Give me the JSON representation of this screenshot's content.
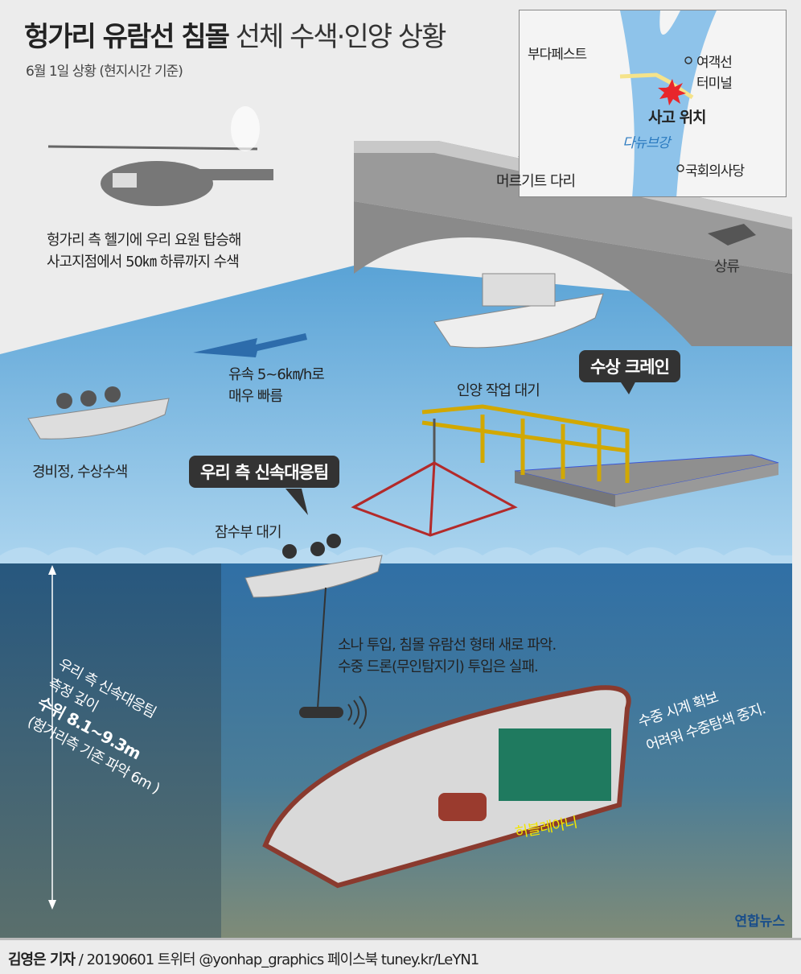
{
  "title": {
    "bold": "헝가리 유람선 침몰",
    "light": "선체 수색·인양 상황"
  },
  "subtitle": "6월 1일 상황 (현지시간 기준)",
  "map": {
    "city": "부다페스트",
    "terminal_line1": "여객선",
    "terminal_line2": "터미널",
    "accident": "사고 위치",
    "river": "다뉴브강",
    "parliament": "국회의사당",
    "bridge": "머르기트 다리",
    "colors": {
      "river": "#8ec3ea",
      "bridge": "#f5e38a",
      "burst": "#e8262b"
    }
  },
  "labels": {
    "helicopter_line1": "헝가리 측 헬기에 우리 요원 탑승해",
    "helicopter_line2": "사고지점에서 50㎞ 하류까지 수색",
    "upstream": "상류",
    "current_line1": "유속 5~6㎞/h로",
    "current_line2": "매우 빠름",
    "patrol": "경비정, 수상수색",
    "lift_wait": "인양 작업 대기",
    "crane": "수상 크레인",
    "rapid_team": "우리 측 신속대응팀",
    "divers": "잠수부 대기",
    "sonar_line1": "소나 투입, 침몰 유람선 형태 새로 파악.",
    "sonar_line2": "수중 드론(무인탐지기) 투입은 실패.",
    "visibility_line1": "수중 시계 확보",
    "visibility_line2": "어려워 수중탐색 중지.",
    "ship_name": "허블레아니",
    "depth_line1": "우리 측 신속대응팀",
    "depth_line2": "측정 깊이",
    "depth_line3": "수위 8.1~9.3m",
    "depth_line4": "(헝가리측 기존 파악 6m )"
  },
  "footer": {
    "reporter": "김영은 기자",
    "rest": " / 20190601  트위터 @yonhap_graphics  페이스북 tuney.kr/LeYN1"
  },
  "logo": "연합뉴스"
}
